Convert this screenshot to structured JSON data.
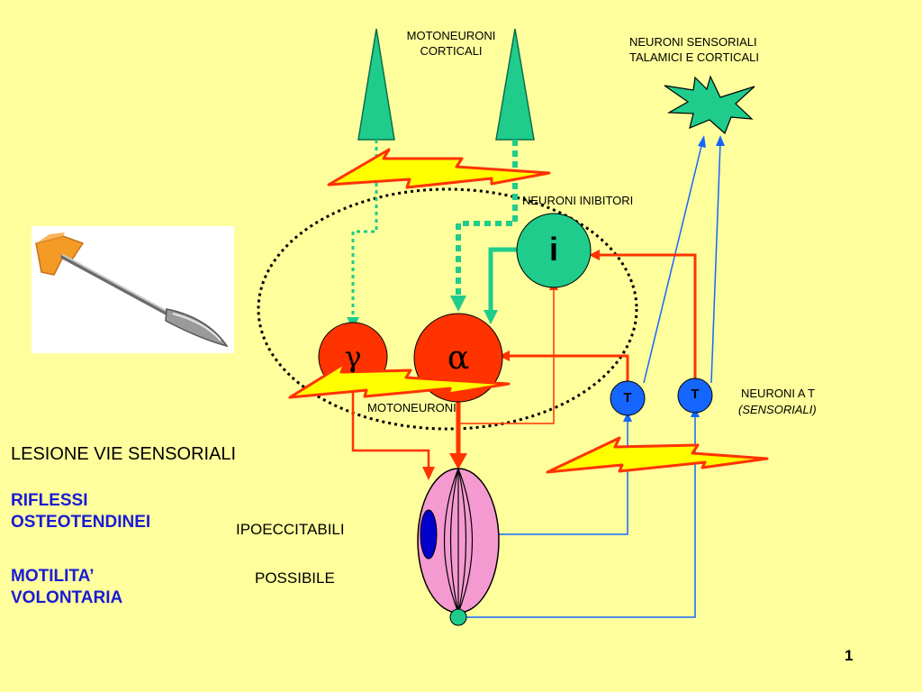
{
  "labels": {
    "cortical_motoneurons": "MOTONEURONI\nCORTICALI",
    "sensory_neurons": "NEURONI SENSORIALI\nTALAMICI E CORTICALI",
    "inhibitory_neurons": "NEURONI INIBITORI",
    "inhibitory_symbol": "i",
    "gamma_symbol": "γ",
    "alpha_symbol": "α",
    "motoneurons": "MOTONEURONI",
    "t_neuron_1": "T",
    "t_neuron_2": "T",
    "t_neurons_title": "NEURONI A T",
    "t_neurons_subtitle": "(SENSORIALI)"
  },
  "text": {
    "lesion_title": "LESIONE VIE SENSORIALI",
    "reflexes": "RIFLESSI\nOSTEOTENDINEI",
    "reflexes_status": "IPOECCITABILI",
    "motility": "MOTILITA’\nVOLONTARIA",
    "motility_status": "POSSIBILE",
    "page_number": "1"
  },
  "colors": {
    "background": "#fefe9c",
    "neuron_green": "#1fcc8c",
    "motoneuron_red": "#ff3300",
    "muscle_pink": "#f59ad1",
    "t_neuron_blue": "#1566ff",
    "lightning_yellow": "#ffff00",
    "spindle_blue": "#0000cc",
    "text_blue": "#1a1ad6"
  },
  "icons": {
    "reflex_hammer": "reflex-hammer-image"
  }
}
